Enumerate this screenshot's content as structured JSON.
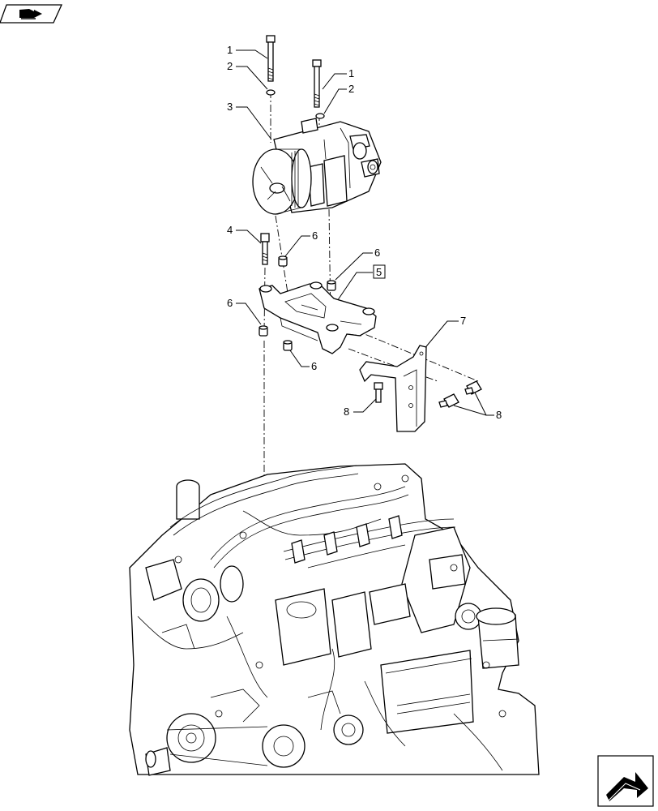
{
  "callouts": {
    "c1a": "1",
    "c1b": "1",
    "c2a": "2",
    "c2b": "2",
    "c3": "3",
    "c4": "4",
    "c5": "5",
    "c6a": "6",
    "c6b": "6",
    "c6c": "6",
    "c6d": "6",
    "c7": "7",
    "c8a": "8",
    "c8b": "8"
  },
  "icons": {
    "top_left": "book-arrow-icon",
    "bottom_right": "next-page-arrow-icon"
  }
}
